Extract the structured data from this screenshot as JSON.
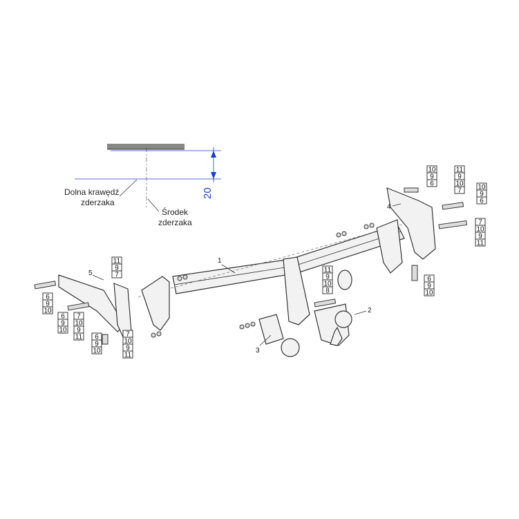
{
  "labels": {
    "bumper_edge_line1": "Dolna krawędź",
    "bumper_edge_line2": "zderzaka",
    "bumper_center_line1": "Środek",
    "bumper_center_line2": "zderzaka",
    "dimension": "20"
  },
  "part_numbers": [
    "1",
    "2",
    "3",
    "4",
    "5"
  ],
  "callout_stacks": [
    [
      "10",
      "9",
      "6"
    ],
    [
      "11",
      "9",
      "10",
      "7"
    ],
    [
      "10",
      "9",
      "6"
    ],
    [
      "7",
      "10",
      "9",
      "11"
    ],
    [
      "6",
      "9",
      "10"
    ],
    [
      "11",
      "9",
      "10",
      "8"
    ],
    [
      "11",
      "9",
      "7"
    ],
    [
      "6",
      "9",
      "10"
    ],
    [
      "6",
      "9",
      "10"
    ],
    [
      "7",
      "10",
      "9",
      "11"
    ],
    [
      "6",
      "9",
      "10"
    ],
    [
      "7",
      "10",
      "9",
      "11"
    ]
  ],
  "colors": {
    "dimension": "#1a3fc4",
    "outline": "#333333"
  }
}
